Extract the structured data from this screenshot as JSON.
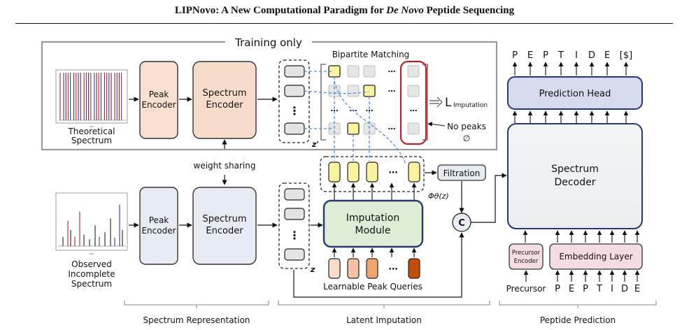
{
  "header": {
    "title_before": "LIPNovo: A New Computational Paradigm for ",
    "title_italic": "De Novo",
    "title_after": " Peptide Sequencing"
  },
  "training": {
    "banner": "Training only",
    "theoretical_label": [
      "Theoretical",
      "Spectrum"
    ],
    "peak_encoder": [
      "Peak",
      "Encoder"
    ],
    "spectrum_encoder": [
      "Spectrum",
      "Encoder"
    ],
    "bipartite": "Bipartite Matching",
    "loss_main": "L",
    "loss_sub": "Imputation",
    "no_peaks": "No peaks",
    "empty_set": "∅",
    "z_prime": "z'"
  },
  "observed": {
    "weight_sharing": "weight sharing",
    "observed_label": [
      "Observed",
      "Incomplete",
      "Spectrum"
    ],
    "peak_encoder": [
      "Peak",
      "Encoder"
    ],
    "spectrum_encoder": [
      "Spectrum",
      "Encoder"
    ],
    "z": "z"
  },
  "imputation": {
    "module": [
      "Imputation",
      "Module"
    ],
    "queries": "Learnable Peak Queries",
    "filtration": "Filtration",
    "phi": "Φθ(z)",
    "concat": "C"
  },
  "prediction": {
    "output_tokens": [
      "P",
      "E",
      "P",
      "T",
      "I",
      "D",
      "E",
      "[$]"
    ],
    "head": "Prediction Head",
    "decoder": [
      "Spectrum",
      "Decoder"
    ],
    "precursor_encoder": [
      "Precursor",
      "Encoder"
    ],
    "embedding": "Embedding Layer",
    "precursor": "Precursor",
    "input_tokens": [
      "P",
      "E",
      "P",
      "T",
      "I",
      "D",
      "E"
    ]
  },
  "sections": [
    "Spectrum Representation",
    "Latent Imputation",
    "Peptide Prediction"
  ],
  "colors": {
    "peak_encoder_train": "#f9e0d0",
    "spectrum_encoder_train": "#f8dccb",
    "encoder_obs": "#e7ebf3",
    "imputation_module": "#dcefd6",
    "imputation_border": "#253a6e",
    "yellow_token": "#fcf3a0",
    "query_colors": [
      "#f9dbc8",
      "#f5c2a2",
      "#f0a673",
      "#c14f08"
    ],
    "prediction_head": "#d6dbed",
    "decoder": "#f1f2f6",
    "precursor_encoder": "#f5dde2",
    "embedding": "#f6dde2",
    "matching_line": "#4a8fd0",
    "red_highlight": "#c22026"
  }
}
